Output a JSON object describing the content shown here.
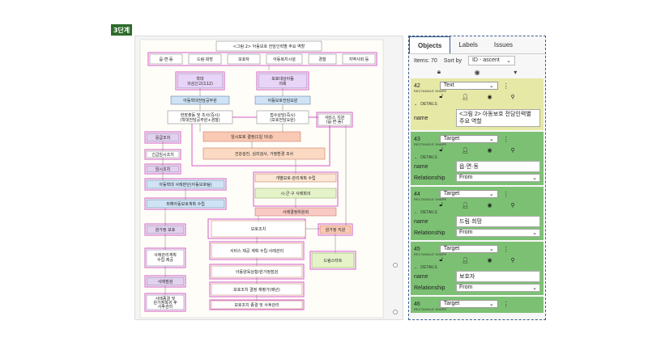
{
  "step_badge": "3단계",
  "diagram": {
    "title": "<그림 2> 아동보호 전담인력별 주요 역할",
    "top_row": [
      "읍·면·동",
      "드림·희망",
      "보호자",
      "아동복지시설",
      "경찰",
      "지역사회 등"
    ],
    "report": "학대\n의심신고(112)",
    "protect_target": "보호대상아동\n의뢰",
    "left_agency": "아동학대전담공무원",
    "right_agency": "아동보호전담요원",
    "investigate": "현장출동 및 조사(즉시)",
    "investigate_sub": "(학대전담공무원+경찰)",
    "intake": "접수상담(즉시)",
    "intake_sub": "(보호전담요원)",
    "service_support": "서비스 지원\n(읍·면·동)",
    "emergency": "응급조치",
    "temp_decision": "임시보호 결정(1일 이내)",
    "urgent_temp": "긴급임시조치",
    "health_check": "건강검진, 심리검사, 가정환경 조사",
    "temp_measure": "임시조치",
    "case_decision": "아동학대 사례판단(아동보호팀)",
    "individual_plan": "개별보호·관리계획 수립",
    "city_committee": "시·군·구 사례회의",
    "victim_plan": "피해아동보호계획 수립",
    "case_committee": "사례결정위원회",
    "origin_home": "원가정 보호",
    "protection_measure": "보호조치",
    "origin_support": "원가정 지원",
    "case_mgmt": "사례관리계획\n수립·제공",
    "service_plan": "서비스 제공 계획 수립·사례관리",
    "dream_start": "드림스타트",
    "adoption": "아동양육상황/원가정점검",
    "case_check": "사례점검",
    "protection_change": "보호조치 결정 재평가(매년)",
    "end_case": "사례종결 및\n원가정복귀 후\n사후관리",
    "end_protection": "보호조치 종결 및 사후관리"
  },
  "panel": {
    "tabs": [
      "Objects",
      "Labels",
      "Issues"
    ],
    "items_label": "Items: 70",
    "sort_label": "Sort by",
    "sort_value": "ID - ascent",
    "shape_label": "RECTANGLE SHAPE",
    "details_label": "DETAILS",
    "name_label": "name",
    "relationship_label": "Relationship",
    "cards": [
      {
        "id": "42",
        "type": "Text",
        "name": "<그림 2> 아동보호 전담인력별 주요 역할",
        "relationship": ""
      },
      {
        "id": "43",
        "type": "Target",
        "name": "읍·면·동",
        "relationship": "From"
      },
      {
        "id": "44",
        "type": "Target",
        "name": "드림·희망",
        "relationship": "From"
      },
      {
        "id": "45",
        "type": "Target",
        "name": "보호자",
        "relationship": "From"
      },
      {
        "id": "46",
        "type": "Target",
        "name": "",
        "relationship": ""
      }
    ],
    "colors": {
      "text_card": "#e6e8a6",
      "target_card": "#7cc173",
      "frame": "#3a5f8a"
    }
  }
}
